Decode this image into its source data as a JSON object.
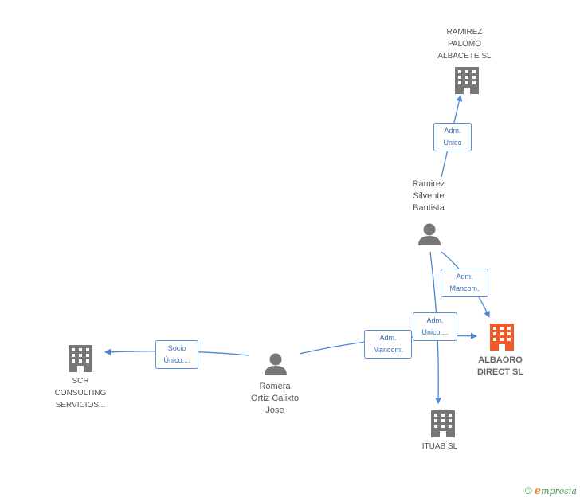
{
  "colors": {
    "edge": "#4a86d4",
    "company_icon": "#777777",
    "main_company_icon": "#f05a28",
    "person_icon": "#777777"
  },
  "nodes": {
    "ramirez_palomo": {
      "lines": [
        "RAMIREZ",
        "PALOMO",
        "ALBACETE SL"
      ],
      "icon": "building-icon"
    },
    "ramirez_silvente": {
      "lines": [
        "Ramirez",
        "Silvente",
        "Bautista"
      ],
      "icon": "person-icon"
    },
    "albaoro": {
      "lines": [
        "ALBAORO",
        "DIRECT SL"
      ],
      "icon": "building-icon"
    },
    "ituab": {
      "lines": [
        "ITUAB SL"
      ],
      "icon": "building-icon"
    },
    "romera": {
      "lines": [
        "Romera",
        "Ortiz Calixto",
        "Jose"
      ],
      "icon": "person-icon"
    },
    "scr": {
      "lines": [
        "SCR",
        "CONSULTING",
        "SERVICIOS..."
      ],
      "icon": "building-icon"
    }
  },
  "edges": {
    "adm_unico_top": [
      "Adm.",
      "Unico"
    ],
    "adm_mancom_right": [
      "Adm.",
      "Mancom."
    ],
    "adm_unico_mid": [
      "Adm.",
      "Unico,..."
    ],
    "adm_mancom_left": [
      "Adm.",
      "Mancom."
    ],
    "socio_unico": [
      "Socio",
      "Único,..."
    ]
  },
  "footer": {
    "copyright": "©",
    "brand_e": "e",
    "brand_rest": "mpresia"
  }
}
